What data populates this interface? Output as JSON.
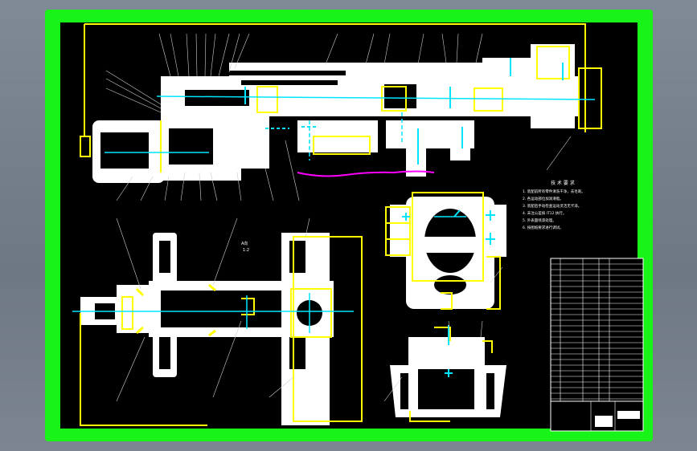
{
  "drawing": {
    "tech_title": "技 术 要 求",
    "tech_notes": [
      "1. 装配前所有零件清洗干净，去毛刺。",
      "2. 各运动部位加润滑脂。",
      "3. 装配后手动检查运动灵活无卡滞。",
      "4. 未注公差按 IT12 执行。",
      "5. 外表面喷漆处理。",
      "6. 按图纸要求进行调试。"
    ],
    "colors": {
      "frame": "#18f418",
      "sheet": "#000000",
      "part": "#ffffff",
      "hatch_yellow": "#ffff00",
      "centerline": "#00e5ff",
      "curve": "#ff00ff"
    }
  }
}
